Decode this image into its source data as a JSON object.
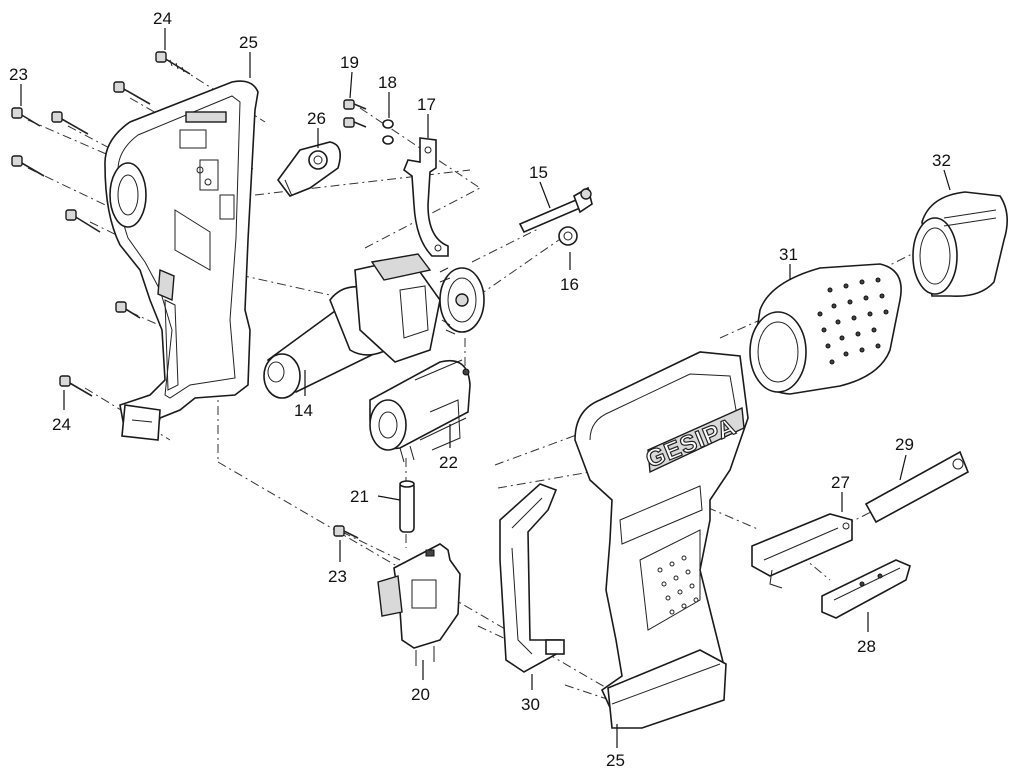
{
  "diagram": {
    "brand_text": "GESIPA",
    "parts": [
      {
        "id": "p24a",
        "label": "24"
      },
      {
        "id": "p25a",
        "label": "25"
      },
      {
        "id": "p23a",
        "label": "23"
      },
      {
        "id": "p19",
        "label": "19"
      },
      {
        "id": "p18",
        "label": "18"
      },
      {
        "id": "p17",
        "label": "17"
      },
      {
        "id": "p26",
        "label": "26"
      },
      {
        "id": "p15",
        "label": "15"
      },
      {
        "id": "p32",
        "label": "32"
      },
      {
        "id": "p16",
        "label": "16"
      },
      {
        "id": "p31",
        "label": "31"
      },
      {
        "id": "p14",
        "label": "14"
      },
      {
        "id": "p24b",
        "label": "24"
      },
      {
        "id": "p22",
        "label": "22"
      },
      {
        "id": "p29",
        "label": "29"
      },
      {
        "id": "p27",
        "label": "27"
      },
      {
        "id": "p21",
        "label": "21"
      },
      {
        "id": "p23b",
        "label": "23"
      },
      {
        "id": "p28",
        "label": "28"
      },
      {
        "id": "p20",
        "label": "20"
      },
      {
        "id": "p30",
        "label": "30"
      },
      {
        "id": "p25b",
        "label": "25"
      }
    ]
  }
}
